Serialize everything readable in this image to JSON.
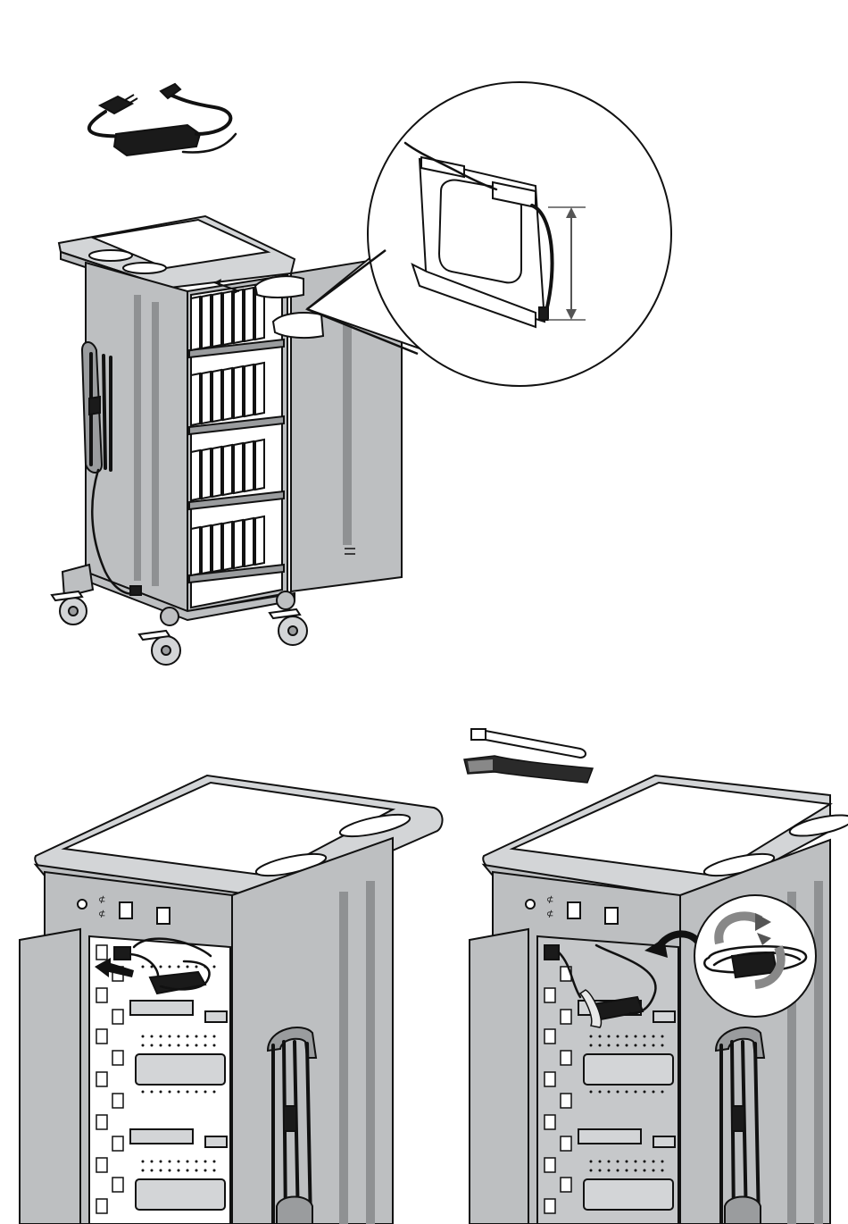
{
  "figure": {
    "top_panel": {
      "parts": [
        "power-adapter",
        "charging-cart",
        "laptop-slots",
        "detail-magnifier"
      ]
    },
    "bottom_left_panel": {
      "parts": [
        "cart-rear",
        "outlet-column",
        "power-adapter",
        "cable-hook"
      ]
    },
    "bottom_right_panel": {
      "parts": [
        "cable-tie",
        "hook-and-loop-strap",
        "cart-rear",
        "outlet-column",
        "wrap-detail-magnifier",
        "cable-hook"
      ]
    },
    "colors": {
      "metal": "#bdbfc1",
      "metal_dark": "#9a9c9e",
      "stripe": "#8f9193",
      "line": "#111111",
      "cable": "#111111"
    },
    "icons": [
      "power-plug-icon",
      "arrow-left-icon",
      "curved-arrow-icon",
      "double-arrow-icon",
      "rotate-arrow-icon"
    ]
  }
}
